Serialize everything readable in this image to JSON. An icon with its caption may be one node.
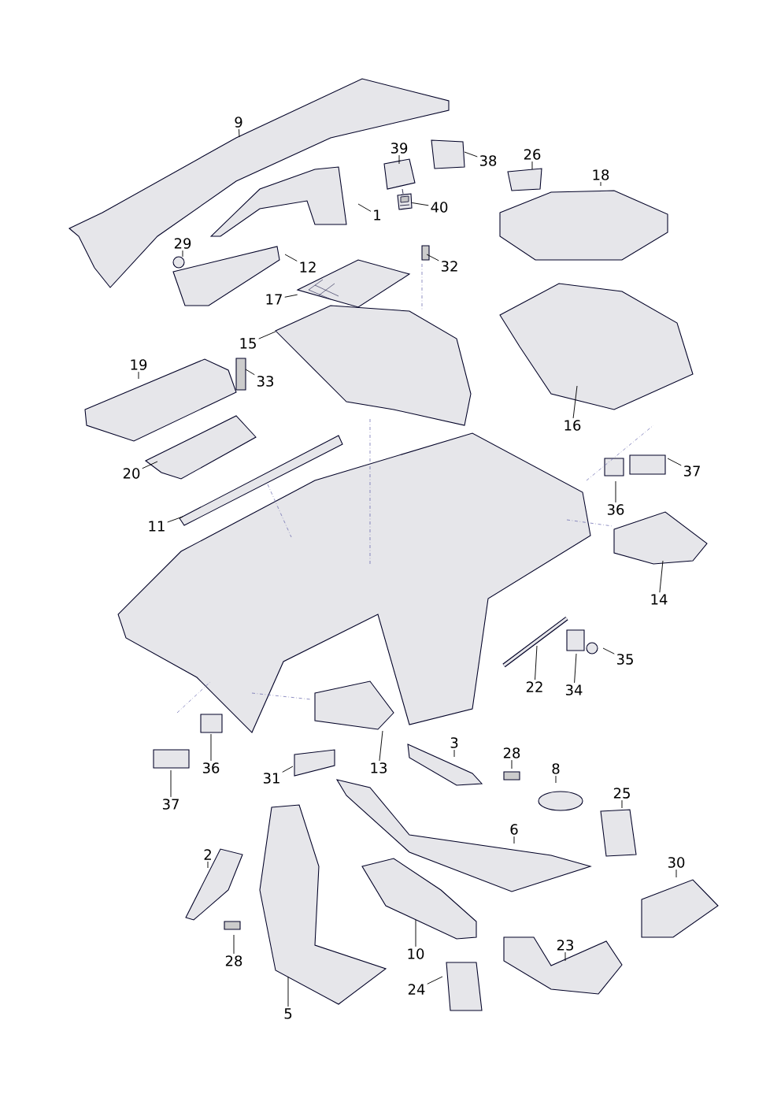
{
  "diagram": {
    "nodes": [
      {
        "text": [
          "9"
        ]
      },
      {
        "text": [
          "39"
        ]
      },
      {
        "text": [
          "38"
        ]
      },
      {
        "text": [
          "1"
        ]
      },
      {
        "text": [
          "40"
        ]
      },
      {
        "text": [
          "26"
        ]
      },
      {
        "text": [
          "18"
        ]
      },
      {
        "text": [
          "29"
        ]
      },
      {
        "text": [
          "12"
        ]
      },
      {
        "text": [
          "32"
        ]
      },
      {
        "text": [
          "17"
        ]
      },
      {
        "text": [
          "15"
        ]
      },
      {
        "text": [
          "19"
        ]
      },
      {
        "text": [
          "33"
        ]
      },
      {
        "text": [
          "16"
        ]
      },
      {
        "text": [
          "20"
        ]
      },
      {
        "text": [
          "37"
        ]
      },
      {
        "text": [
          "36"
        ]
      },
      {
        "text": [
          "11"
        ]
      },
      {
        "text": [
          "14"
        ]
      },
      {
        "text": [
          "22"
        ]
      },
      {
        "text": [
          "34"
        ]
      },
      {
        "text": [
          "35"
        ]
      },
      {
        "text": [
          "13"
        ]
      },
      {
        "text": [
          "3"
        ]
      },
      {
        "text": [
          "28"
        ]
      },
      {
        "text": [
          "8"
        ]
      },
      {
        "text": [
          "36"
        ]
      },
      {
        "text": [
          "31"
        ]
      },
      {
        "text": [
          "25"
        ]
      },
      {
        "text": [
          "37"
        ]
      },
      {
        "text": [
          "6"
        ]
      },
      {
        "text": [
          "2"
        ]
      },
      {
        "text": [
          "30"
        ]
      },
      {
        "text": [
          "28"
        ]
      },
      {
        "text": [
          "10"
        ]
      },
      {
        "text": [
          "23"
        ]
      },
      {
        "text": [
          "24"
        ]
      },
      {
        "text": [
          "5"
        ]
      },
      {
        "text": [],
        "shape": "picture"
      },
      {
        "text": [],
        "shape": "picture"
      }
    ],
    "edges": [
      {
        "from": 0,
        "to": null,
        "arrow": "none"
      },
      {
        "from": 1,
        "to": null,
        "arrow": "none"
      },
      {
        "from": 2,
        "to": null,
        "arrow": "none"
      },
      {
        "from": 3,
        "to": null,
        "arrow": "none"
      },
      {
        "from": 4,
        "to": 39,
        "arrow": "none"
      },
      {
        "from": 5,
        "to": null,
        "arrow": "none"
      },
      {
        "from": 6,
        "to": null,
        "arrow": "none"
      },
      {
        "from": 7,
        "to": null,
        "arrow": "none"
      },
      {
        "from": 8,
        "to": null,
        "arrow": "none"
      },
      {
        "from": 9,
        "to": null,
        "arrow": "none"
      },
      {
        "from": 10,
        "to": 40,
        "arrow": "none"
      },
      {
        "from": 11,
        "to": null,
        "arrow": "none"
      },
      {
        "from": 12,
        "to": null,
        "arrow": "none"
      },
      {
        "from": 13,
        "to": null,
        "arrow": "none"
      },
      {
        "from": 14,
        "to": null,
        "arrow": "none"
      },
      {
        "from": 15,
        "to": null,
        "arrow": "none"
      },
      {
        "from": 16,
        "to": null,
        "arrow": "none"
      },
      {
        "from": 17,
        "to": null,
        "arrow": "none"
      },
      {
        "from": 18,
        "to": null,
        "arrow": "none"
      },
      {
        "from": 19,
        "to": null,
        "arrow": "none"
      },
      {
        "from": 20,
        "to": null,
        "arrow": "none"
      },
      {
        "from": 21,
        "to": null,
        "arrow": "none"
      },
      {
        "from": 22,
        "to": null,
        "arrow": "none"
      },
      {
        "from": 23,
        "to": null,
        "arrow": "none"
      },
      {
        "from": 24,
        "to": null,
        "arrow": "none"
      },
      {
        "from": 25,
        "to": null,
        "arrow": "none"
      },
      {
        "from": 26,
        "to": null,
        "arrow": "none"
      },
      {
        "from": 27,
        "to": null,
        "arrow": "none"
      },
      {
        "from": 28,
        "to": null,
        "arrow": "none"
      },
      {
        "from": 29,
        "to": null,
        "arrow": "none"
      },
      {
        "from": 30,
        "to": null,
        "arrow": "none"
      },
      {
        "from": 31,
        "to": null,
        "arrow": "none"
      },
      {
        "from": 32,
        "to": null,
        "arrow": "none"
      },
      {
        "from": 33,
        "to": null,
        "arrow": "none"
      },
      {
        "from": 34,
        "to": null,
        "arrow": "none"
      },
      {
        "from": 35,
        "to": null,
        "arrow": "none"
      },
      {
        "from": 36,
        "to": null,
        "arrow": "none"
      },
      {
        "from": 37,
        "to": null,
        "arrow": "none"
      },
      {
        "from": 38,
        "to": null,
        "arrow": "none"
      }
    ]
  }
}
